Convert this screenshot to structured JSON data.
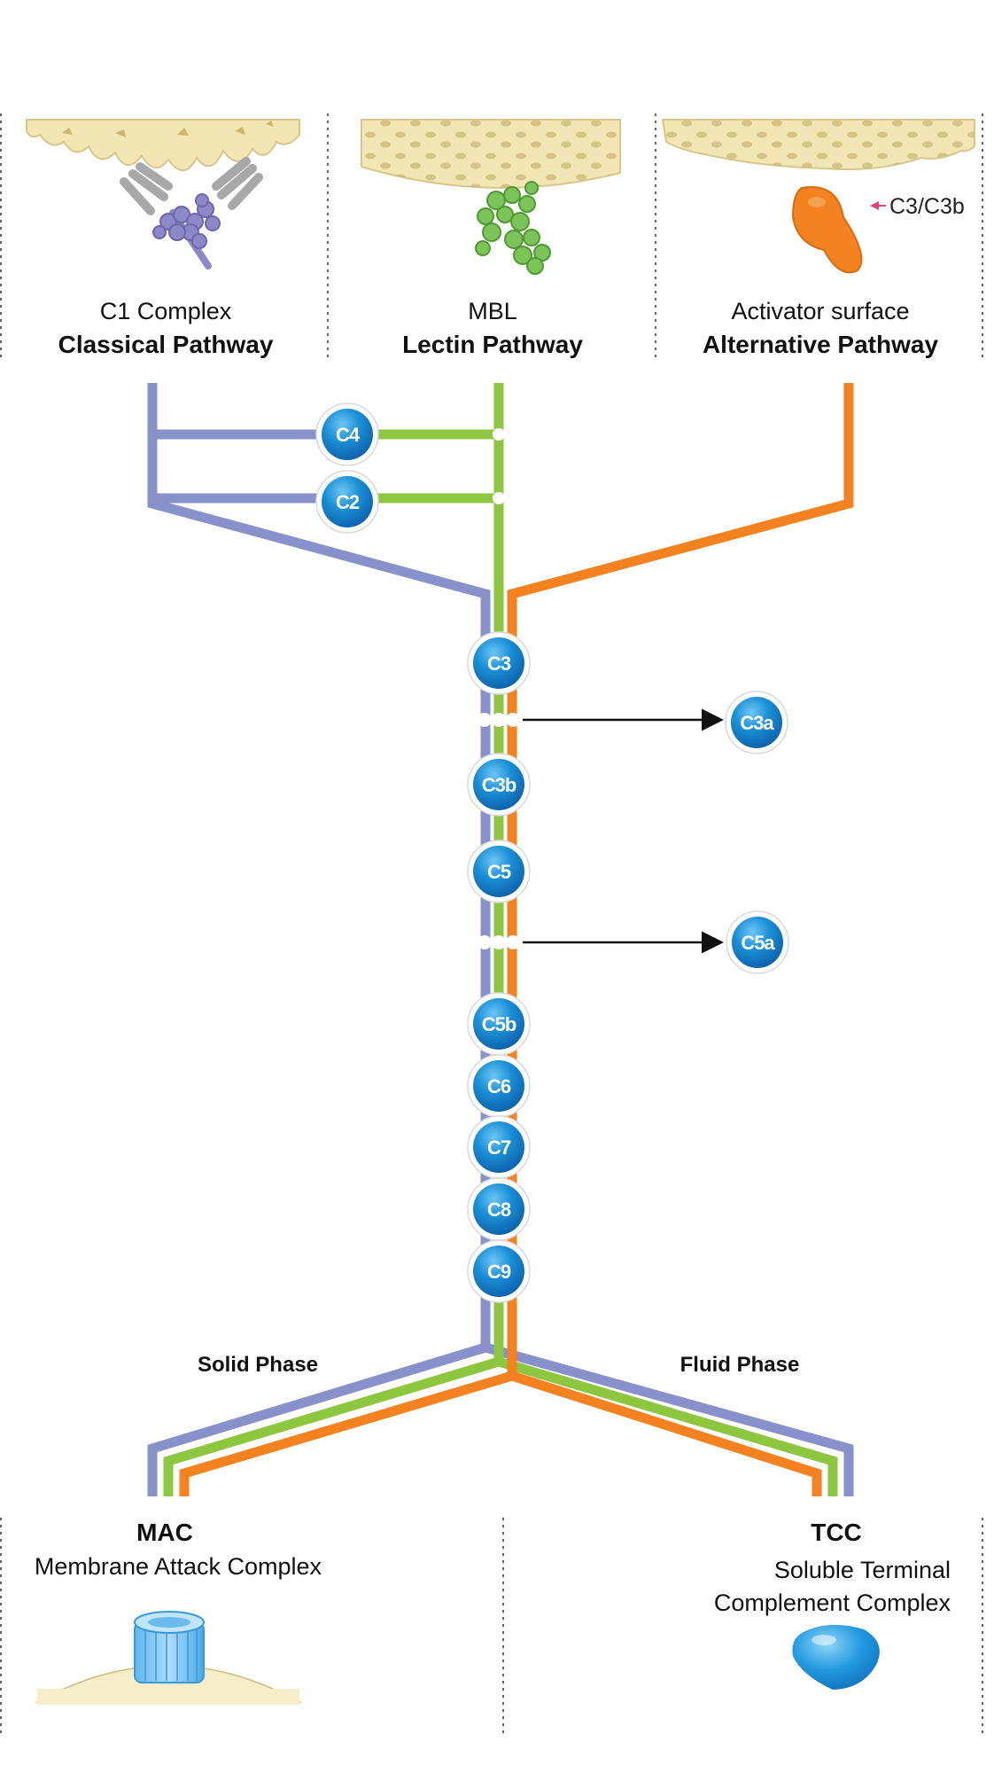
{
  "pathways": [
    {
      "activator": "C1 Complex",
      "name": "Classical Pathway"
    },
    {
      "activator": "MBL",
      "name": "Lectin Pathway"
    },
    {
      "activator": "Activator surface",
      "name": "Alternative Pathway"
    }
  ],
  "c3_label": "C3/C3b",
  "components": {
    "c4": "C4",
    "c2": "C2",
    "c3": "C3",
    "c3b": "C3b",
    "c5": "C5",
    "c5b": "C5b",
    "c6": "C6",
    "c7": "C7",
    "c8": "C8",
    "c9": "C9",
    "c3a": "C3a",
    "c5a": "C5a"
  },
  "phases": {
    "solid": "Solid Phase",
    "fluid": "Fluid Phase"
  },
  "outcomes": {
    "mac": {
      "abbr": "MAC",
      "name": "Membrane Attack Complex"
    },
    "tcc": {
      "abbr": "TCC",
      "name_line1": "Soluble Terminal",
      "name_line2": "Complement Complex"
    }
  },
  "colors": {
    "classical": "#8891c9",
    "lectin": "#8dc63f",
    "alternative": "#f58220",
    "node": "#1b8fd6",
    "membrane": "#f6eec8"
  }
}
